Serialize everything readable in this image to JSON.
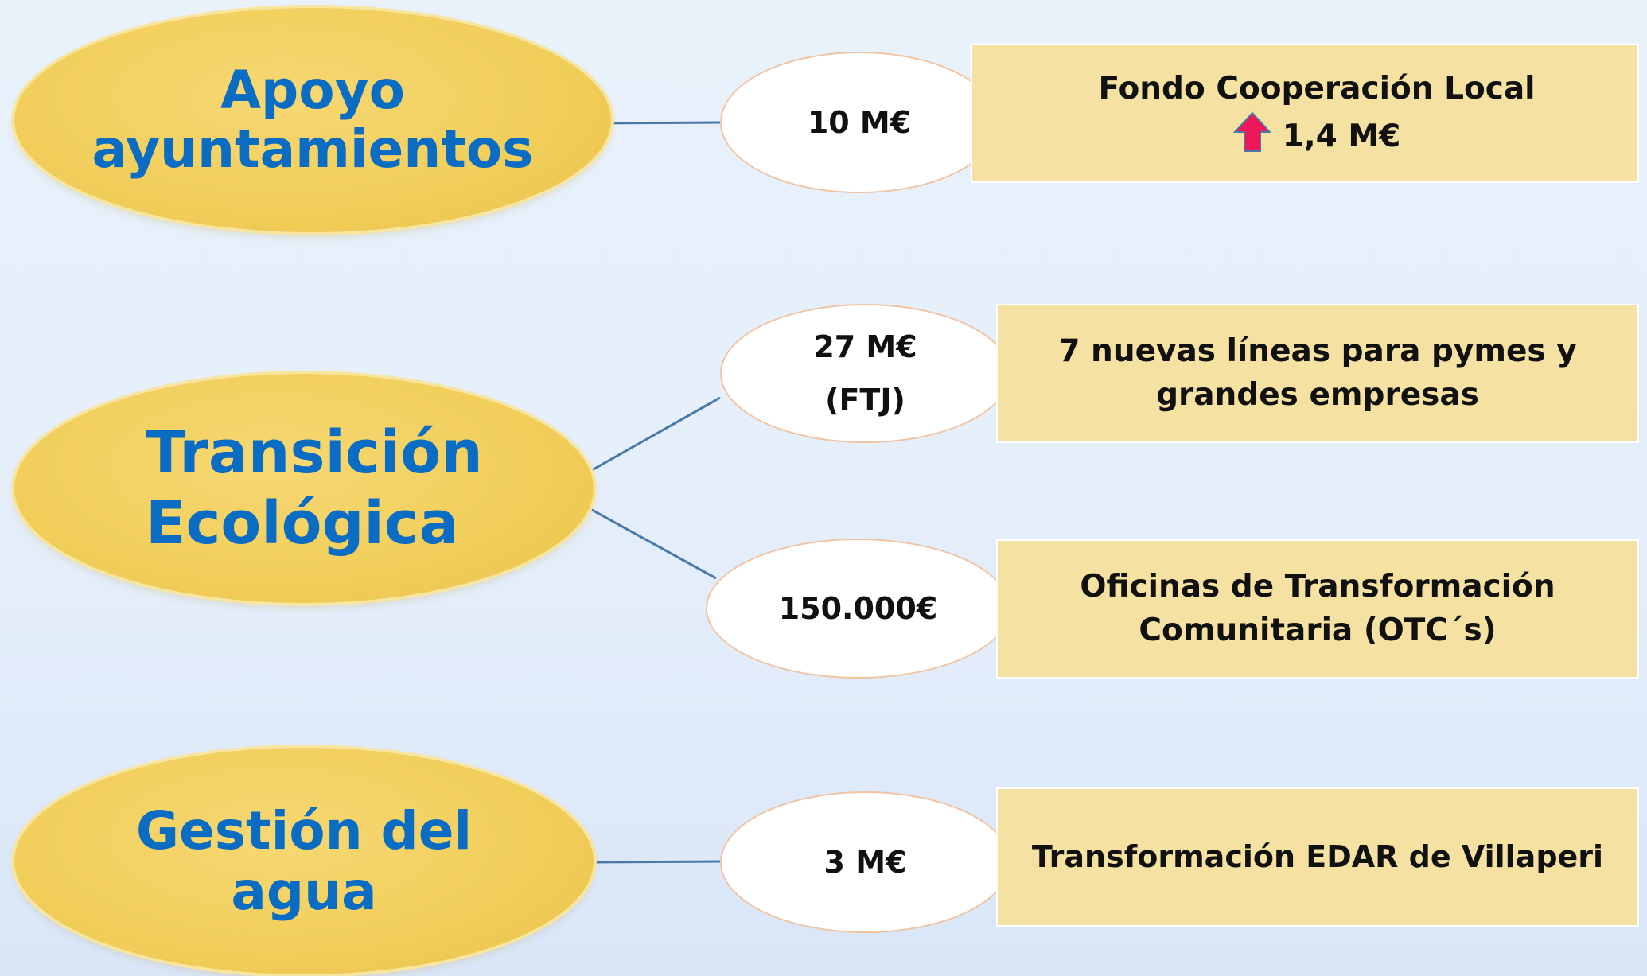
{
  "colors": {
    "category_text": "#0a6cc2",
    "category_fill": "#f2cf5c",
    "box_fill": "#f5e2a2",
    "connector": "#4a78a8",
    "arrow_icon": "#f0165a"
  },
  "categories": [
    {
      "line1": "Apoyo",
      "line2": "ayuntamientos",
      "items": [
        {
          "amount_line1": "10 M€",
          "amount_line2": "",
          "desc_line1": "Fondo Cooperación Local",
          "desc_line2": "1,4 M€",
          "icon": "up-arrow-icon"
        }
      ]
    },
    {
      "line1": "Transición",
      "line2": "Ecológica",
      "items": [
        {
          "amount_line1": "27 M€",
          "amount_line2": "(FTJ)",
          "desc_line1": "7 nuevas líneas para pymes y",
          "desc_line2": "grandes empresas"
        },
        {
          "amount_line1": "150.000€",
          "amount_line2": "",
          "desc_line1": "Oficinas de Transformación",
          "desc_line2": "Comunitaria (OTC´s)"
        }
      ]
    },
    {
      "line1": "Gestión del",
      "line2": "agua",
      "items": [
        {
          "amount_line1": "3 M€",
          "amount_line2": "",
          "desc_line1": "Transformación EDAR de Villaperi",
          "desc_line2": ""
        }
      ]
    }
  ]
}
